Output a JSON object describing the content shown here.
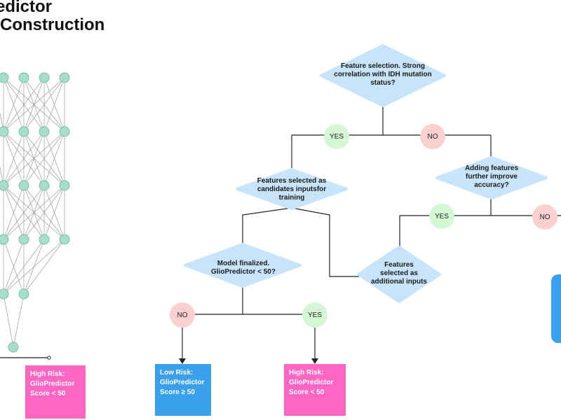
{
  "title": {
    "line1": "edictor",
    "line2": "Construction"
  },
  "colors": {
    "diamond": "#c8e4fb",
    "yes": "#d4f7d4",
    "no": "#fbd0d0",
    "high_risk": "#ff66c4",
    "low_risk": "#3aa0ee",
    "neuron": "#a8dccb",
    "neuron_stroke": "#6fc2ab"
  },
  "decisions": {
    "feature_selection": "Feature selection. Strong correlation with IDH mutation status?",
    "adding_features": "Adding features further improve accuracy?",
    "candidates": "Features selected as candidates inputsfor training",
    "additional_inputs": "Features selected as additional inputs",
    "model_finalized": "Model finalized. GlioPredictor < 50?"
  },
  "answers": {
    "yes": "YES",
    "no": "NO"
  },
  "outcomes": {
    "left_high_risk": "High Risk: GlioPredictor Score < 50",
    "low_risk": "Low Risk: GlioPredictor Score ≥ 50",
    "high_risk": "High Risk: GlioPredictor Score < 50"
  }
}
